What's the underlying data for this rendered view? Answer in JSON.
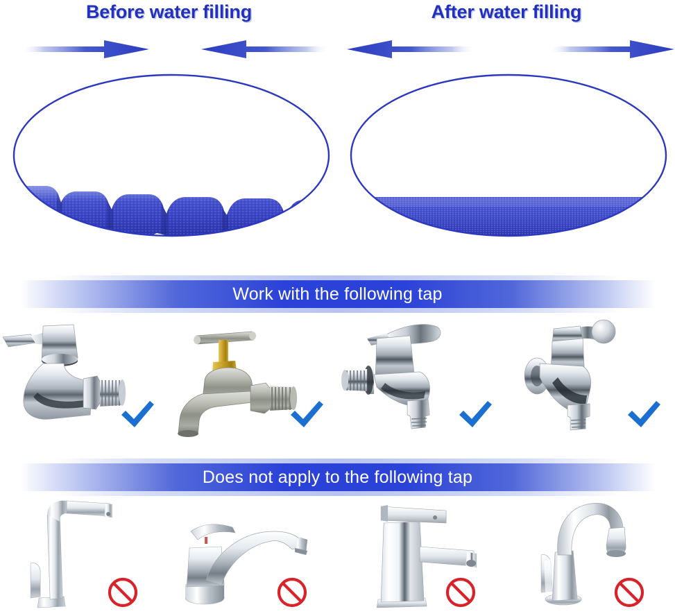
{
  "header": {
    "left_title": "Before water filling",
    "right_title": "After water filling",
    "arrows": [
      {
        "name": "arrow-right-before-left",
        "direction": "right"
      },
      {
        "name": "arrow-left-before-right",
        "direction": "left"
      },
      {
        "name": "arrow-left-after-left",
        "direction": "left"
      },
      {
        "name": "arrow-right-after-right",
        "direction": "right"
      }
    ]
  },
  "comparison": {
    "left": {
      "caption": "Before water filling",
      "hose_state": "contracted",
      "description": "Blue woven expandable hose bunched into compressed folds"
    },
    "right": {
      "caption": "After water filling",
      "hose_state": "expanded",
      "description": "Blue woven expandable hose stretched smooth and straight"
    }
  },
  "sections": [
    {
      "id": "work",
      "banner": "Work with the following tap",
      "mark": "check",
      "taps": [
        {
          "name": "chrome-lever-bibcock-threaded",
          "label": "Chrome wall bibcock with flat lever handle and threaded outlet"
        },
        {
          "name": "brass-t-handle-bibcock",
          "label": "Galvanised bibcock with T-bar handle and brass stem"
        },
        {
          "name": "chrome-curved-lever-bibcock-nozzle",
          "label": "Chrome bibcock with curved lever and hose nozzle"
        },
        {
          "name": "chrome-knob-bibcock-nozzle",
          "label": "Chrome bibcock with round knob handle and hose nozzle"
        }
      ]
    },
    {
      "id": "notwork",
      "banner": "Does not apply to the following tap",
      "mark": "prohibited",
      "taps": [
        {
          "name": "kitchen-faucet-l-shaped-high-spout",
          "label": "Tall L-shaped kitchen sink mixer"
        },
        {
          "name": "kitchen-mixer-arc-spout",
          "label": "Single lever kitchen mixer with long arced spout"
        },
        {
          "name": "basin-mixer-square",
          "label": "Square-bodied basin mixer tap"
        },
        {
          "name": "gooseneck-pulldown-faucet",
          "label": "Gooseneck pull-down kitchen faucet"
        }
      ]
    }
  ],
  "colors": {
    "title_blue": "#2230bf",
    "arrow_blue": "#3548c8",
    "ellipse_stroke": "#2b38bf",
    "banner_blue": "#2b42d8",
    "check_blue": "#1a6fd0",
    "prohibit_red": "#d8232a",
    "hose_blue": "#3c46c8",
    "chrome_light": "#f2f4f7",
    "chrome_mid": "#b9bfc7",
    "chrome_dark": "#6e767f",
    "brass": "#c9a227"
  }
}
